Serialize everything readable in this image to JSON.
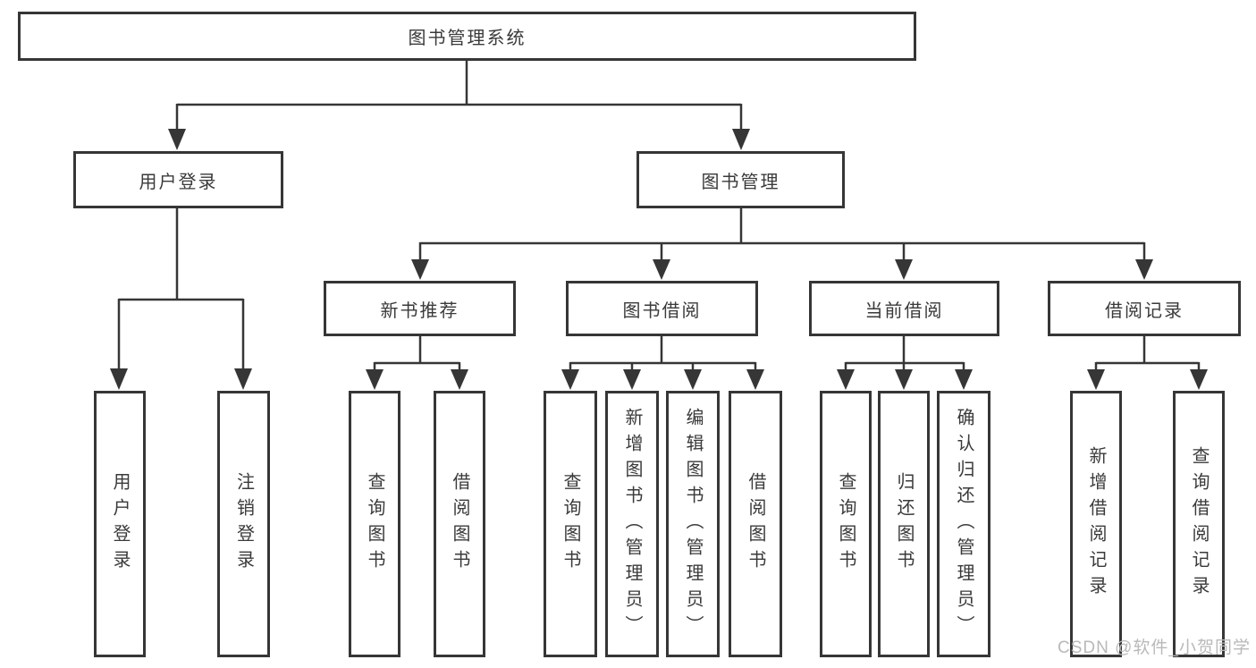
{
  "tree": {
    "root": "图书管理系统",
    "user_login": {
      "label": "用户登录",
      "children": [
        "用户登录",
        "注销登录"
      ]
    },
    "book_management": {
      "label": "图书管理",
      "groups": [
        {
          "label": "新书推荐",
          "children": [
            "查询图书",
            "借阅图书"
          ]
        },
        {
          "label": "图书借阅",
          "children": [
            "查询图书",
            "新增图书（管理员）",
            "编辑图书（管理员）",
            "借阅图书"
          ]
        },
        {
          "label": "当前借阅",
          "children": [
            "查询图书",
            "归还图书",
            "确认归还（管理员）"
          ]
        },
        {
          "label": "借阅记录",
          "children": [
            "新增借阅记录",
            "查询借阅记录"
          ]
        }
      ]
    }
  },
  "watermark": "CSDN @软件_小贺同学",
  "colors": {
    "line": "#363636",
    "text": "#3a3a3a",
    "watermark": "#b9b9b9",
    "background": "#ffffff"
  }
}
